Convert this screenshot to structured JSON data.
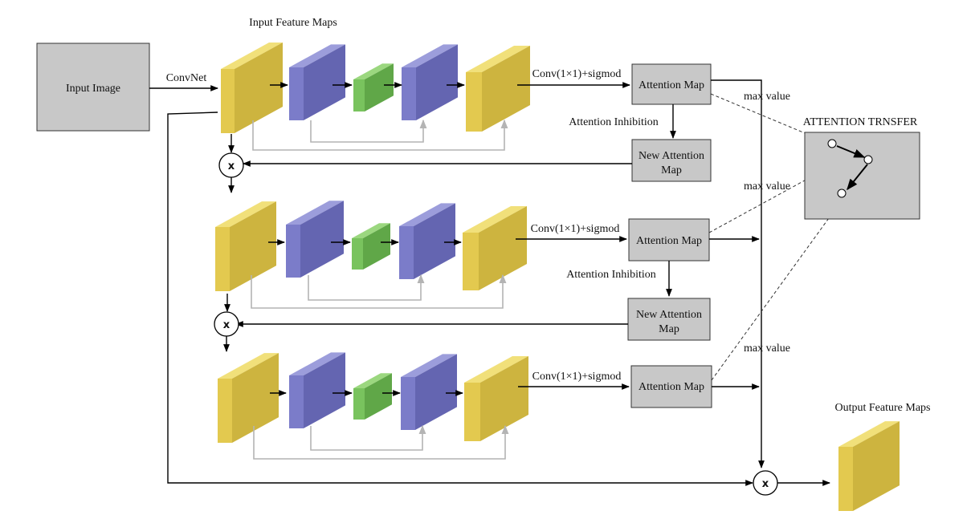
{
  "colors": {
    "yellow_front": "#e3c94f",
    "yellow_side": "#cdb43f",
    "yellow_top": "#f1e07a",
    "blue_front": "#7b7cc9",
    "blue_side": "#6465b1",
    "blue_top": "#9c9ddb",
    "green_front": "#79c35e",
    "green_side": "#60a748",
    "green_top": "#9bd77f",
    "box_fill": "#c8c8c8",
    "skip_line": "#b4b4b4"
  },
  "labels": {
    "input_image": "Input Image",
    "convnet": "ConvNet",
    "input_feature_maps": "Input Feature Maps",
    "output_feature_maps": "Output Feature Maps",
    "attention_transfer": "ATTENTION TRNSFER",
    "conv_sigmod": "Conv(1×1)+sigmod",
    "attention_map": "Attention Map",
    "attention_inhibition": "Attention Inhibition",
    "new_attention_map_line1": "New Attention",
    "new_attention_map_line2": "Map",
    "max_value": "max value",
    "multiply": "x"
  },
  "stages": [
    {
      "id": 1,
      "has_inhibition": true
    },
    {
      "id": 2,
      "has_inhibition": true
    },
    {
      "id": 3,
      "has_inhibition": false
    }
  ],
  "icons": [
    "multiply-node-icon",
    "arrow-icon",
    "feature-block-icon",
    "transfer-node-icon"
  ]
}
